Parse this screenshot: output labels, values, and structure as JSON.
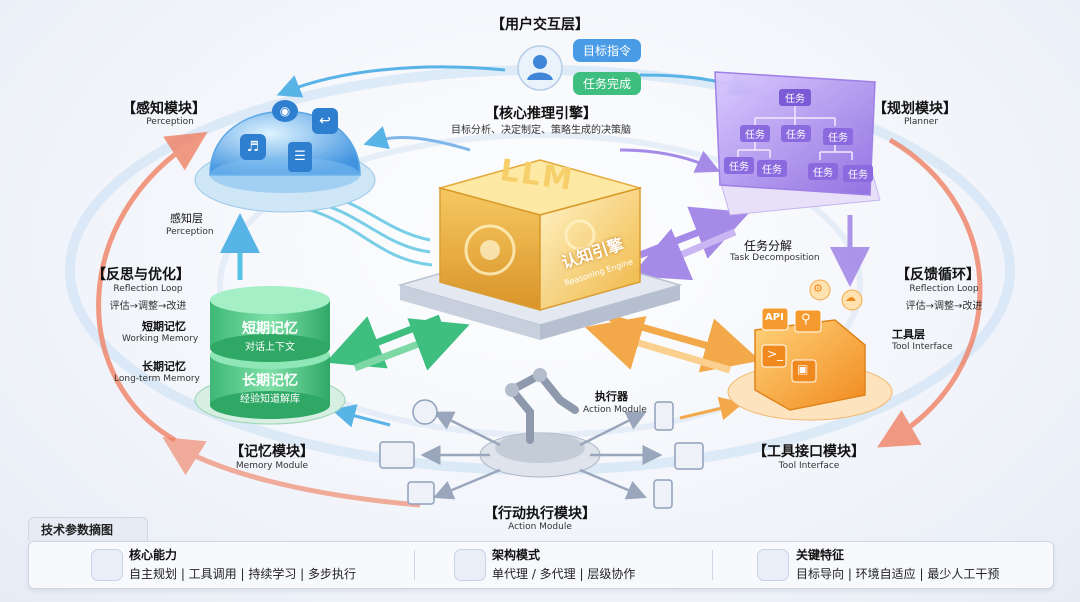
{
  "user_layer": {
    "title": "【用户交互层】",
    "command_chip": "目标指令",
    "done_chip": "任务完成"
  },
  "core": {
    "title": "【核心推理引擎】",
    "desc": "目标分析、决定制定、策略生成的决策脑",
    "llm_text": "LLM",
    "engine_cn": "认知引擎",
    "engine_en": "Reasoning Engine"
  },
  "perception": {
    "title": "【感知模块】",
    "en": "Perception",
    "layer_cn": "感知层",
    "layer_en": "Perception"
  },
  "planner": {
    "title": "【规划模块】",
    "en": "Planner",
    "root_task": "任务",
    "tasks": [
      "任务",
      "任务",
      "任务",
      "任务",
      "任务",
      "任务",
      "任务"
    ],
    "decomp_cn": "任务分解",
    "decomp_en": "Task Decomposition"
  },
  "reflection": {
    "title": "【反思与优化】",
    "en": "Reflection Loop",
    "flow": "评估→调整→改进"
  },
  "feedback": {
    "title": "【反馈循环】",
    "en": "Reflection Loop",
    "flow": "评估→调整→改进"
  },
  "memory": {
    "title": "【记忆模块】",
    "en": "Memory Module",
    "short_label_cn": "短期记忆",
    "short_label_en": "Working Memory",
    "long_label_cn": "长期记忆",
    "long_label_en": "Long-term Memory",
    "short_cyl_title": "短期记忆",
    "short_cyl_sub": "对话上下文",
    "long_cyl_title": "长期记忆",
    "long_cyl_sub": "经验知道解库"
  },
  "tools": {
    "title": "【工具接口模块】",
    "en": "Tool Interface",
    "layer_cn": "工具层",
    "layer_en": "Tool Interface",
    "api": "API"
  },
  "action": {
    "title": "【行动执行模块】",
    "en": "Action Module",
    "executor_cn": "执行器",
    "executor_en": "Action Module"
  },
  "params": {
    "tab": "技术参数摘图",
    "sections": [
      {
        "title": "核心能力",
        "text": "自主规划 | 工具调用 | 持续学习 | 多步执行",
        "icon": "cubes-icon"
      },
      {
        "title": "架构模式",
        "text": "单代理 / 多代理 | 层级协作",
        "icon": "hierarchy-icon"
      },
      {
        "title": "关键特征",
        "text": "目标导向 | 环境自适应 | 最少人工干预",
        "icon": "sliders-icon"
      }
    ]
  },
  "colors": {
    "perception": "#4aa3e8",
    "planner": "#9b7be6",
    "memory": "#3fbf7f",
    "tools": "#f39a2b",
    "core": "#f2c14e",
    "loop": "#f07a5a",
    "cyan": "#58c3e0"
  }
}
